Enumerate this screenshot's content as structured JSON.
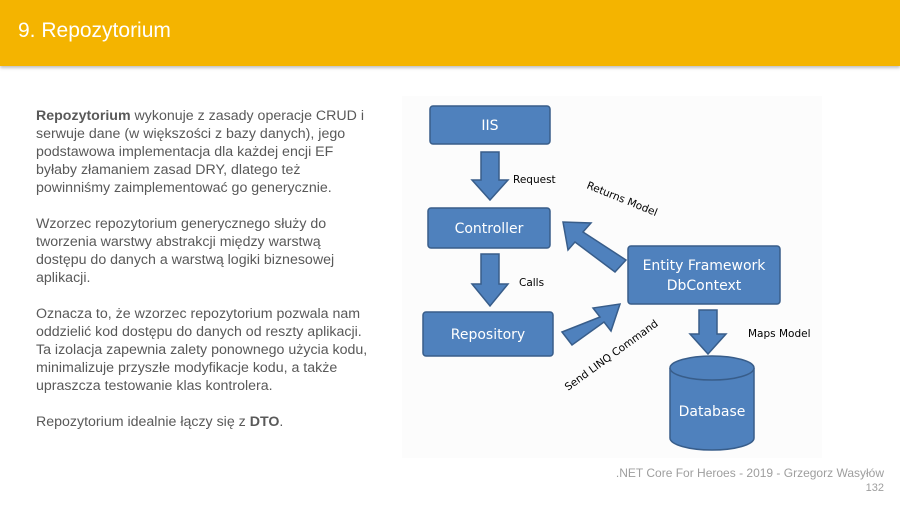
{
  "slide": {
    "title": "9. Repozytorium",
    "paragraphs": [
      {
        "bold": "Repozytorium",
        "text": " wykonuje z zasady operacje CRUD i serwuje dane (w większości z bazy danych), jego podstawowa implementacja dla każdej encji EF byłaby złamaniem zasad DRY, dlatego też powinniśmy zaimplementować go generycznie."
      },
      {
        "text": "Wzorzec repozytorium generycznego służy do tworzenia warstwy abstrakcji między warstwą dostępu do danych a warstwą logiki biznesowej aplikacji."
      },
      {
        "text": "Oznacza to, że wzorzec repozytorium pozwala nam oddzielić kod dostępu do danych od reszty aplikacji. Ta izolacja zapewnia zalety ponownego użycia kodu, minimalizuje przyszłe modyfikacje kodu, a także upraszcza testowanie klas kontrolera."
      },
      {
        "text_before": "Repozytorium idealnie łączy się z ",
        "bold": "DTO",
        "text_after": "."
      }
    ],
    "footer": {
      "credit": ".NET Core For Heroes - 2019 - Grzegorz Wasyłów",
      "page_number": "132"
    }
  },
  "diagram": {
    "nodes": {
      "iis": "IIS",
      "controller": "Controller",
      "repository": "Repository",
      "entity_framework_line1": "Entity Framework",
      "entity_framework_line2": "DbContext",
      "database": "Database"
    },
    "edges": {
      "request": "Request",
      "calls": "Calls",
      "returns_model": "Returns Model",
      "send_linq": "Send LINQ Command",
      "maps_model": "Maps Model"
    },
    "colors": {
      "fill": "#4f81bd",
      "stroke": "#385d8a"
    }
  }
}
